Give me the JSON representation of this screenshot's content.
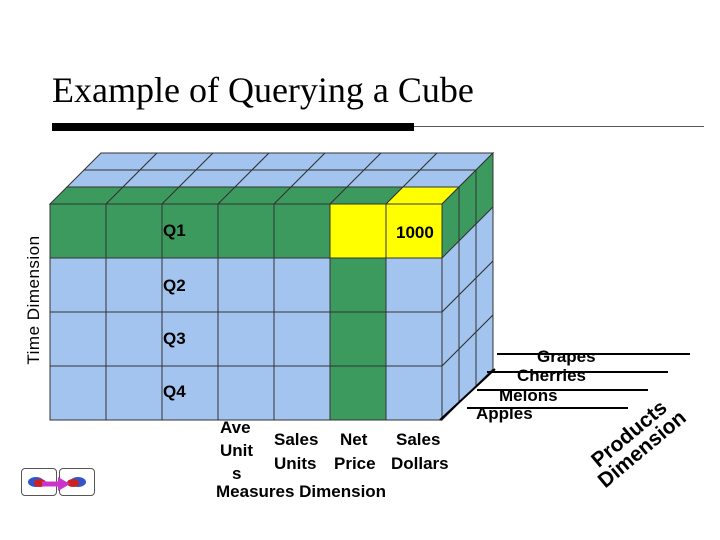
{
  "slide": {
    "title": "Example of Querying a Cube"
  },
  "time_dimension": {
    "label": "Time Dimension",
    "quarters": [
      "Q1",
      "Q2",
      "Q3",
      "Q4"
    ]
  },
  "highlight_cell": {
    "value": "1000",
    "color": "#ffff00"
  },
  "measures": {
    "columns": [
      [
        "Ave",
        "Unit",
        "s"
      ],
      [
        "Sales",
        "Units"
      ],
      [
        "Net",
        "Price"
      ],
      [
        "Sales",
        "Dollars"
      ]
    ],
    "axis_label": "Measures Dimension"
  },
  "products": {
    "items": [
      "Grapes",
      "Cherries",
      "Melons",
      "Apples"
    ],
    "axis_lines": [
      "Products",
      "Dimension"
    ]
  },
  "colors": {
    "cell_blue": "#a3c4ef",
    "cell_green": "#3c9a5f",
    "highlight": "#ffff00"
  },
  "nav": {
    "prev_icon": "previous-slide-icon",
    "next_icon": "next-slide-icon"
  }
}
